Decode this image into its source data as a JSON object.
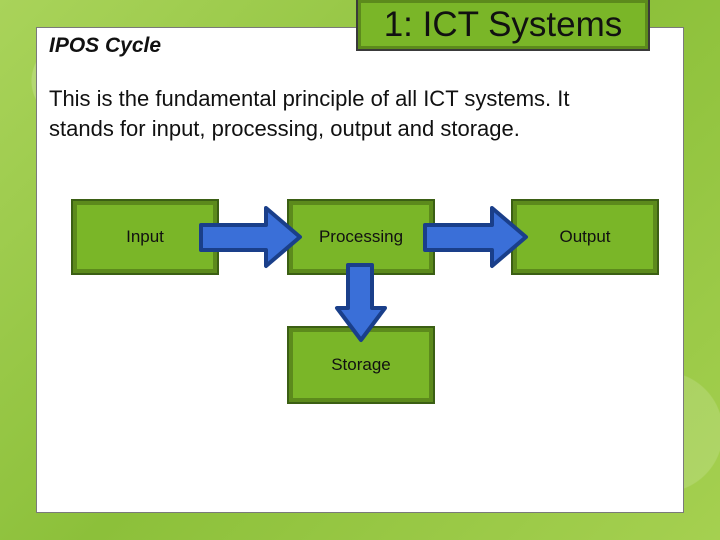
{
  "slide": {
    "title": "1: ICT Systems",
    "subtitle": "IPOS Cycle",
    "body_line1": "This is the fundamental principle of all ICT systems. It",
    "body_line2": "stands for input, processing, output and storage."
  },
  "diagram": {
    "nodes": {
      "input": "Input",
      "processing": "Processing",
      "output": "Output",
      "storage": "Storage"
    }
  },
  "colors": {
    "node_fill": "#7ab628",
    "node_border": "#5c8a1c",
    "arrow_fill": "#3a6fd8",
    "arrow_border": "#1a3f8a",
    "background": "#9cc94a"
  }
}
